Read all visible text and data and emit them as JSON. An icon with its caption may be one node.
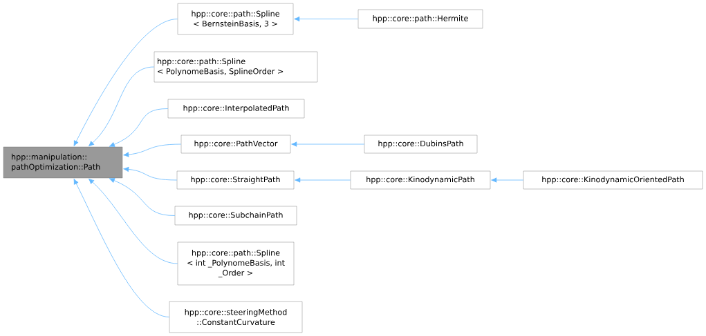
{
  "diagram": {
    "nodes": [
      {
        "text": [
          "hpp::manipulation:: pathOptimization::Path"
        ]
      },
      {
        "text": [
          "hpp::core::path::Spline < BernsteinBasis, 3 >"
        ]
      },
      {
        "text": [
          "hpp::core::path::Spline < PolynomeBasis, SplineOrder >"
        ]
      },
      {
        "text": [
          "hpp::core::InterpolatedPath"
        ]
      },
      {
        "text": [
          "hpp::core::PathVector"
        ]
      },
      {
        "text": [
          "hpp::core::StraightPath"
        ]
      },
      {
        "text": [
          "hpp::core::SubchainPath"
        ]
      },
      {
        "text": [
          "hpp::core::path::Spline < int _PolynomeBasis, int _Order >"
        ]
      },
      {
        "text": [
          "hpp::core::steeringMethod ::ConstantCurvature"
        ]
      },
      {
        "text": [
          "hpp::core::path::Hermite"
        ]
      },
      {
        "text": [
          "hpp::core::DubinsPath"
        ]
      },
      {
        "text": [
          "hpp::core::KinodynamicPath"
        ]
      },
      {
        "text": [
          "hpp::core::KinodynamicOrientedPath"
        ]
      }
    ],
    "edges": [
      {
        "from": 1,
        "to": 0,
        "arrow": "to"
      },
      {
        "from": 2,
        "to": 0,
        "arrow": "to"
      },
      {
        "from": 3,
        "to": 0,
        "arrow": "to"
      },
      {
        "from": 4,
        "to": 0,
        "arrow": "to"
      },
      {
        "from": 5,
        "to": 0,
        "arrow": "to"
      },
      {
        "from": 6,
        "to": 0,
        "arrow": "to"
      },
      {
        "from": 7,
        "to": 0,
        "arrow": "to"
      },
      {
        "from": 8,
        "to": 0,
        "arrow": "to"
      },
      {
        "from": 9,
        "to": 1,
        "arrow": "to"
      },
      {
        "from": 10,
        "to": 4,
        "arrow": "to"
      },
      {
        "from": 11,
        "to": 5,
        "arrow": "to"
      },
      {
        "from": 12,
        "to": 11,
        "arrow": "to"
      }
    ]
  }
}
